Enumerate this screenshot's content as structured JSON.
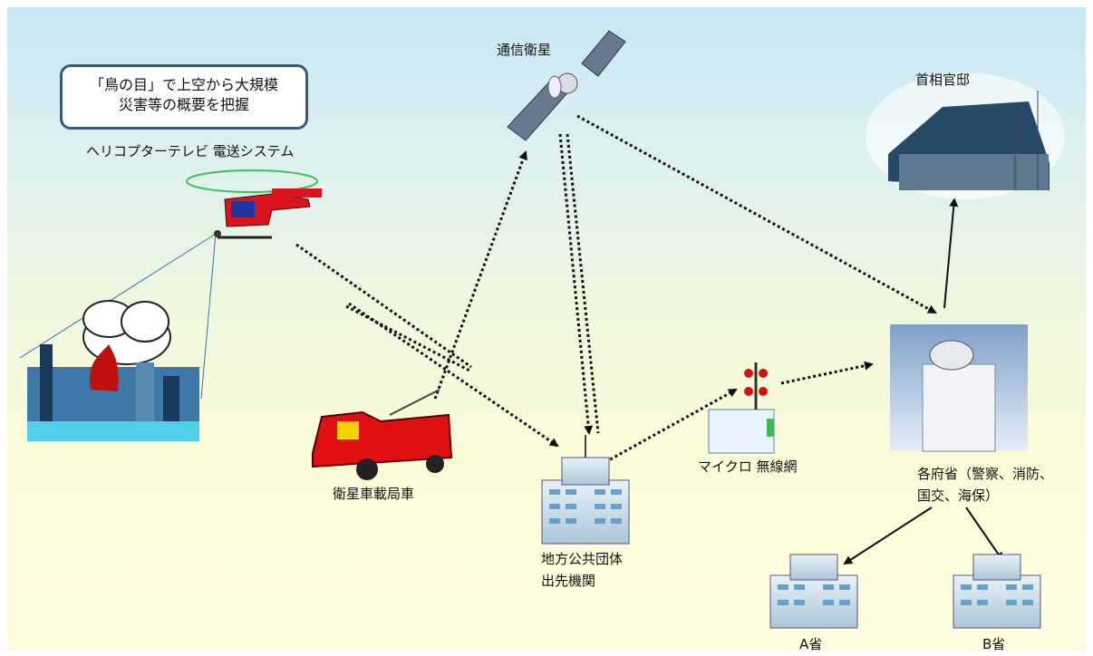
{
  "callout": {
    "line1": "「鳥の目」で上空から大規模",
    "line2": "災害等の概要を把握"
  },
  "labels": {
    "satellite": "通信衛星",
    "pm_residence": "首相官邸",
    "heli_tv": "ヘリコプターテレビ 電送システム",
    "satellite_vehicle": "衛星車載局車",
    "microwave": "マイクロ 無線網",
    "ministries_line1": "各府省（警察、消防、",
    "ministries_line2": "国交、海保）",
    "local_gov_line1": "地方公共団体",
    "local_gov_line2": "出先機関",
    "ministry_a": "A省",
    "ministry_b": "B省"
  },
  "icons": [
    "satellite-icon",
    "helicopter-icon",
    "disaster-city-icon",
    "satellite-vehicle-icon",
    "local-gov-building-icon",
    "microwave-tower-icon",
    "ministries-building-icon",
    "pm-residence-icon",
    "ministry-a-building-icon",
    "ministry-b-building-icon"
  ],
  "colors": {
    "sky_top": "#c6e7f5",
    "ground_bottom": "#fffde0",
    "callout_border": "#3a5a7a",
    "link": "#111111"
  }
}
